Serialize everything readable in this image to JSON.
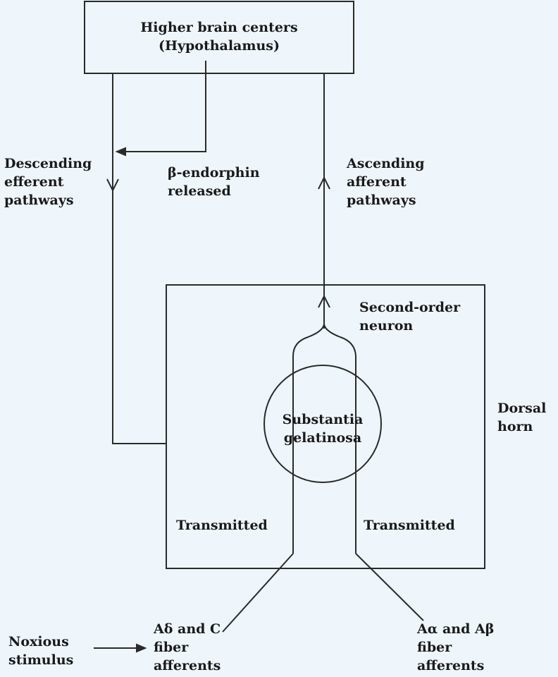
{
  "colors": {
    "background": "#eef6fb",
    "line": "#2a2a2a",
    "text": "#1a1a1a"
  },
  "labels": {
    "higher_brain": [
      "Higher brain centers",
      "(Hypothalamus)"
    ],
    "descending": [
      "Descending",
      "efferent",
      "pathways"
    ],
    "endorphin": [
      "β-endorphin",
      "released"
    ],
    "ascending": [
      "Ascending",
      "afferent",
      "pathways"
    ],
    "second_order": [
      "Second-order",
      "neuron"
    ],
    "dorsal_horn": [
      "Dorsal",
      "horn"
    ],
    "substantia": [
      "Substantia",
      "gelatinosa"
    ],
    "transmitted_left": "Transmitted",
    "transmitted_right": "Transmitted",
    "noxious": [
      "Noxious",
      "stimulus"
    ],
    "ad_c": [
      "Aδ and C",
      "fiber",
      "afferents"
    ],
    "aa_ab": [
      "Aα and Aβ",
      "fiber",
      "afferents"
    ]
  }
}
